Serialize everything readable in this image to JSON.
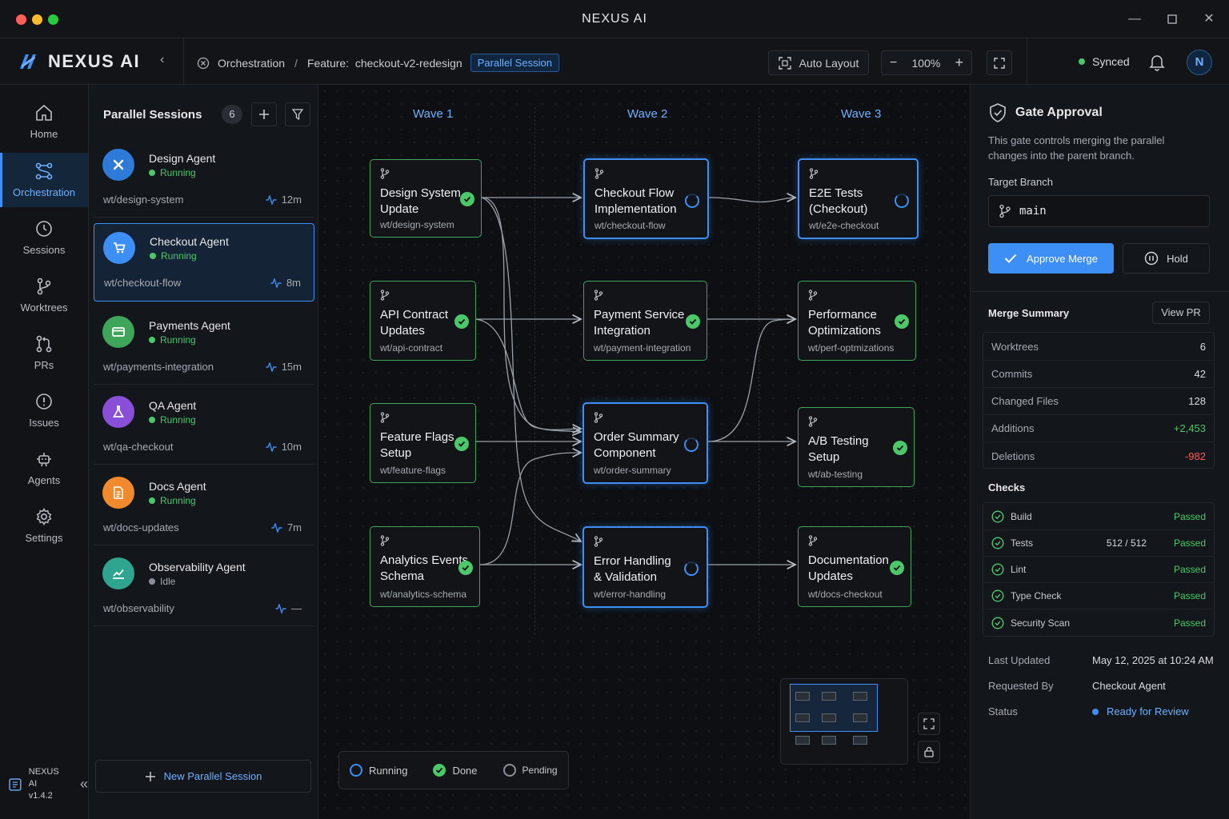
{
  "window": {
    "title": "NEXUS AI"
  },
  "header": {
    "brand": "NEXUS AI",
    "breadcrumb": {
      "root": "Orchestration",
      "separator": "/",
      "feature": "Feature:  checkout-v2-redesign"
    },
    "session_tag": "Parallel Session",
    "auto_layout": "Auto Layout",
    "zoom": "100%",
    "sync_status": "Synced",
    "user_initial": "N"
  },
  "nav": {
    "items": [
      {
        "label": "Home",
        "icon": "home-icon"
      },
      {
        "label": "Orchestration",
        "icon": "orchestration-icon",
        "active": true
      },
      {
        "label": "Sessions",
        "icon": "clock-icon"
      },
      {
        "label": "Worktrees",
        "icon": "branch-icon"
      },
      {
        "label": "PRs",
        "icon": "pull-request-icon"
      },
      {
        "label": "Issues",
        "icon": "alert-circle-icon"
      },
      {
        "label": "Agents",
        "icon": "agents-icon"
      },
      {
        "label": "Settings",
        "icon": "gear-icon"
      }
    ],
    "app_name": "NEXUS AI",
    "version": "v1.4.2"
  },
  "sessions": {
    "title": "Parallel Sessions",
    "count": "6",
    "new_label": "New Parallel Session",
    "agents": [
      {
        "name": "Design Agent",
        "status": "Running",
        "branch": "wt/design-system",
        "time": "12m",
        "color": "#2e7ad8",
        "icon": "design-icon"
      },
      {
        "name": "Checkout Agent",
        "status": "Running",
        "branch": "wt/checkout-flow",
        "time": "8m",
        "color": "#3d8ef5",
        "icon": "cart-icon",
        "selected": true
      },
      {
        "name": "Payments Agent",
        "status": "Running",
        "branch": "wt/payments-integration",
        "time": "15m",
        "color": "#3fa55b",
        "icon": "card-icon"
      },
      {
        "name": "QA Agent",
        "status": "Running",
        "branch": "wt/qa-checkout",
        "time": "10m",
        "color": "#8a4fd8",
        "icon": "flask-icon"
      },
      {
        "name": "Docs Agent",
        "status": "Running",
        "branch": "wt/docs-updates",
        "time": "7m",
        "color": "#f08a2c",
        "icon": "document-icon"
      },
      {
        "name": "Observability Agent",
        "status": "Idle",
        "branch": "wt/observability",
        "time": "—",
        "color": "#2fa58f",
        "icon": "chart-icon"
      }
    ]
  },
  "canvas": {
    "waves": [
      "Wave 1",
      "Wave 2",
      "Wave 3"
    ],
    "nodes": [
      {
        "id": "n1",
        "title": [
          "Design System",
          "Update"
        ],
        "branch": "wt/design-system",
        "state": "done"
      },
      {
        "id": "n2",
        "title": [
          "API Contract",
          "Updates"
        ],
        "branch": "wt/api-contract",
        "state": "done"
      },
      {
        "id": "n3",
        "title": [
          "Feature Flags",
          "Setup"
        ],
        "branch": "wt/feature-flags",
        "state": "done"
      },
      {
        "id": "n4",
        "title": [
          "Analytics Events",
          "Schema"
        ],
        "branch": "wt/analytics-schema",
        "state": "done"
      },
      {
        "id": "n5",
        "title": [
          "Checkout Flow",
          "Implementation"
        ],
        "branch": "wt/checkout-flow",
        "state": "running"
      },
      {
        "id": "n6",
        "title": [
          "Payment Service",
          "Integration"
        ],
        "branch": "wt/payment-integration",
        "state": "done"
      },
      {
        "id": "n7",
        "title": [
          "Order Summary",
          "Component"
        ],
        "branch": "wt/order-summary",
        "state": "running"
      },
      {
        "id": "n8",
        "title": [
          "Error Handling",
          "& Validation"
        ],
        "branch": "wt/error-handling",
        "state": "running"
      },
      {
        "id": "n9",
        "title": [
          "E2E Tests",
          "(Checkout)"
        ],
        "branch": "wt/e2e-checkout",
        "state": "running"
      },
      {
        "id": "n10",
        "title": [
          "Performance",
          "Optimizations"
        ],
        "branch": "wt/perf-optmizations",
        "state": "done"
      },
      {
        "id": "n11",
        "title": [
          "A/B Testing",
          "Setup"
        ],
        "branch": "wt/ab-testing",
        "state": "done"
      },
      {
        "id": "n12",
        "title": [
          "Documentation",
          "Updates"
        ],
        "branch": "wt/docs-checkout",
        "state": "done"
      }
    ],
    "legend": {
      "running": "Running",
      "done": "Done",
      "pending": "Pending"
    }
  },
  "gate": {
    "title": "Gate Approval",
    "description": "This gate controls merging the parallel changes into the parent branch.",
    "target_label": "Target Branch",
    "target_value": "main",
    "approve_label": "Approve Merge",
    "hold_label": "Hold",
    "summary_title": "Merge Summary",
    "view_pr": "View PR",
    "summary": [
      {
        "label": "Worktrees",
        "value": "6"
      },
      {
        "label": "Commits",
        "value": "42"
      },
      {
        "label": "Changed Files",
        "value": "128"
      },
      {
        "label": "Additions",
        "value": "+2,453"
      },
      {
        "label": "Deletions",
        "value": "-982"
      }
    ],
    "checks_title": "Checks",
    "checks": [
      {
        "name": "Build",
        "extra": "",
        "result": "Passed"
      },
      {
        "name": "Tests",
        "extra": "512 / 512",
        "result": "Passed"
      },
      {
        "name": "Lint",
        "extra": "",
        "result": "Passed"
      },
      {
        "name": "Type Check",
        "extra": "",
        "result": "Passed"
      },
      {
        "name": "Security Scan",
        "extra": "",
        "result": "Passed"
      }
    ],
    "meta": [
      {
        "label": "Last Updated",
        "value": "May 12, 2025 at 10:24 AM"
      },
      {
        "label": "Requested By",
        "value": "Checkout Agent"
      },
      {
        "label": "Status",
        "value": "Ready for Review"
      }
    ],
    "colors": {
      "accent": "#3d8ef5",
      "success": "#4cc76a",
      "danger": "#ff5c5c"
    }
  }
}
